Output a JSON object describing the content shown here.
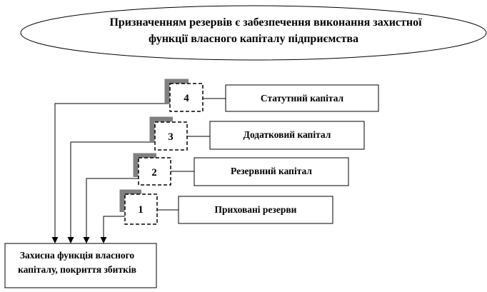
{
  "title": {
    "line1": "Призначенням резервів є забезпечення виконання захистної",
    "line2": "функції власного капіталу підприємства"
  },
  "levels": [
    {
      "number": "4",
      "label": "Статутний капітал"
    },
    {
      "number": "3",
      "label": "Додатковий капітал"
    },
    {
      "number": "2",
      "label": "Резервний капітал"
    },
    {
      "number": "1",
      "label": "Приховані резерви"
    }
  ],
  "target": {
    "line1": "Захисна функція  власного",
    "line2": "капіталу, покриття збитків"
  },
  "colors": {
    "line": "#000000",
    "shadow": "#808080",
    "background": "#ffffff"
  }
}
